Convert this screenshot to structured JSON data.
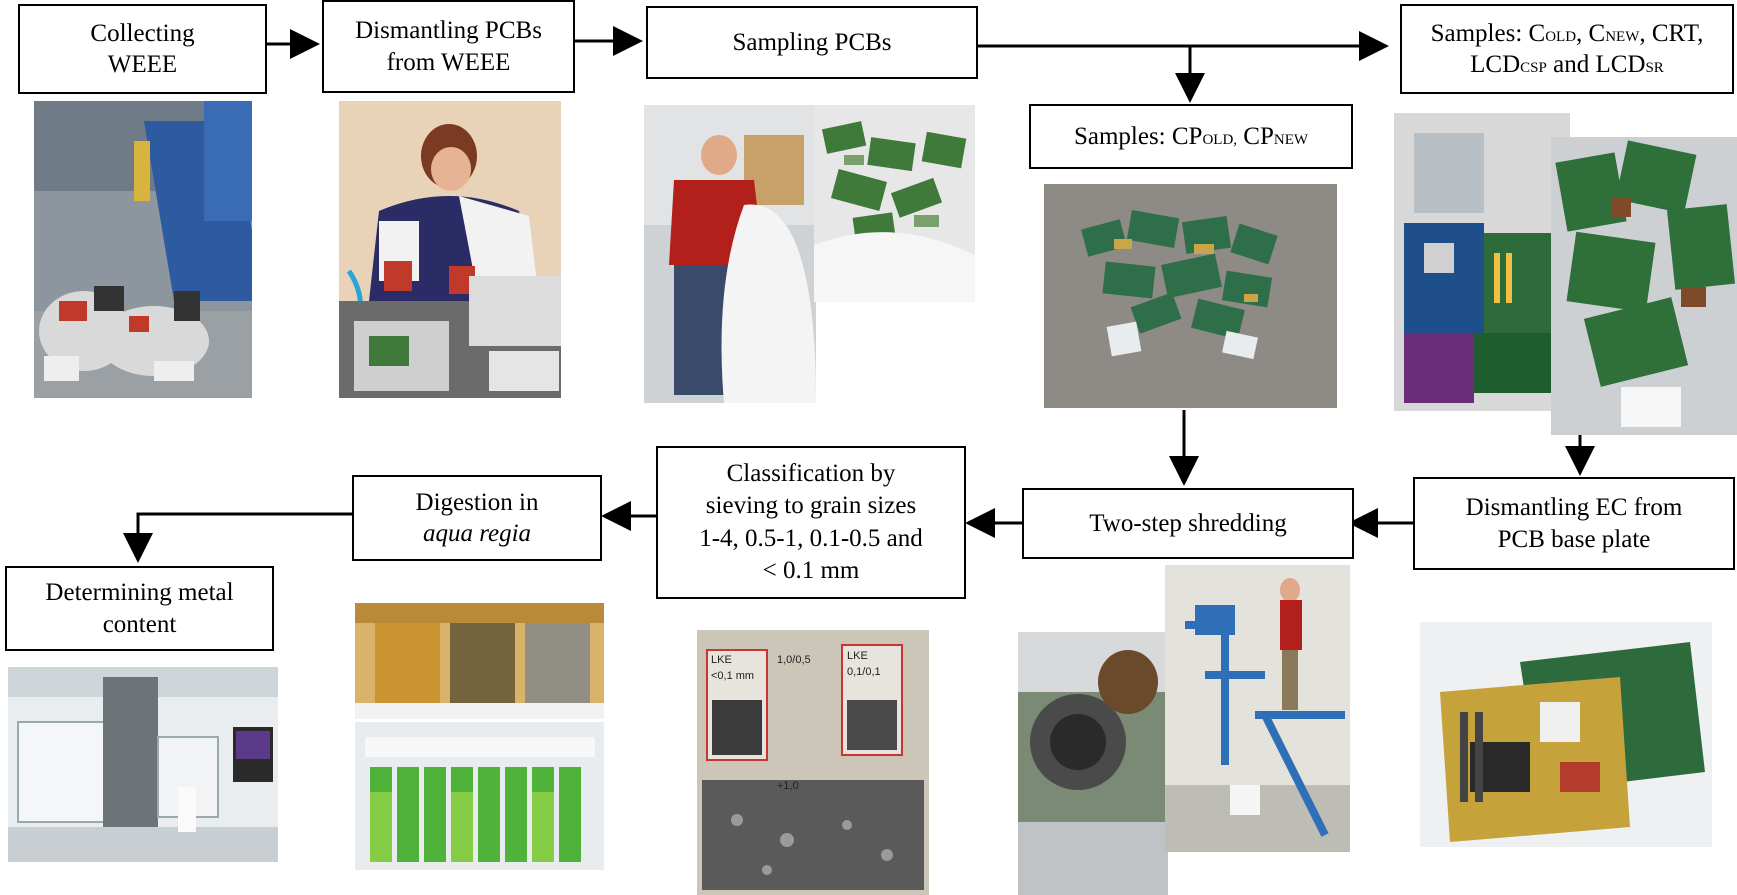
{
  "steps": {
    "collecting": {
      "line1": "Collecting",
      "line2": "WEEE"
    },
    "dismantling_pcbs": {
      "line1": "Dismantling PCBs",
      "line2": "from WEEE"
    },
    "sampling": {
      "line1": "Sampling PCBs"
    },
    "samples_c": {
      "p1": "Samples: C",
      "p1_sub": "OLD",
      "p2": ", C",
      "p2_sub": "NEW",
      "p3": ", CRT,",
      "l2a": "LCD",
      "l2a_sub": "CSP",
      "l2b": " and LCD",
      "l2b_sub": "SR"
    },
    "samples_cp": {
      "p1": "Samples: CP",
      "p1_sub": "OLD,",
      "p2": " CP",
      "p2_sub": "NEW"
    },
    "dismantling_ec": {
      "line1": "Dismantling EC from",
      "line2": "PCB base plate"
    },
    "shredding": {
      "line1": "Two-step shredding"
    },
    "classification": {
      "line1": "Classification by",
      "line2": "sieving to grain sizes",
      "line3": "1-4, 0.5-1, 0.1-0.5 and",
      "line4": "< 0.1 mm"
    },
    "digestion": {
      "line1": "Digestion in",
      "line2": "aqua regia"
    },
    "determining": {
      "line1": "Determining metal",
      "line2": "content"
    }
  },
  "photo_labels": {
    "sieve_bag_1": "LKE",
    "sieve_bag_1_size": "<0,1 mm",
    "sieve_bag_2_size": "1,0/0,5",
    "sieve_bag_3": "LKE",
    "sieve_bag_3_size": "0,1/0,1",
    "sieve_bag_4_size": "+1,0"
  },
  "colors": {
    "line": "#000000",
    "pcb_green": "#3f7a3a",
    "liquid_green": "#4fb33a",
    "warehouse_blue": "#2d5aa0",
    "jacket_red": "#b3201c"
  }
}
